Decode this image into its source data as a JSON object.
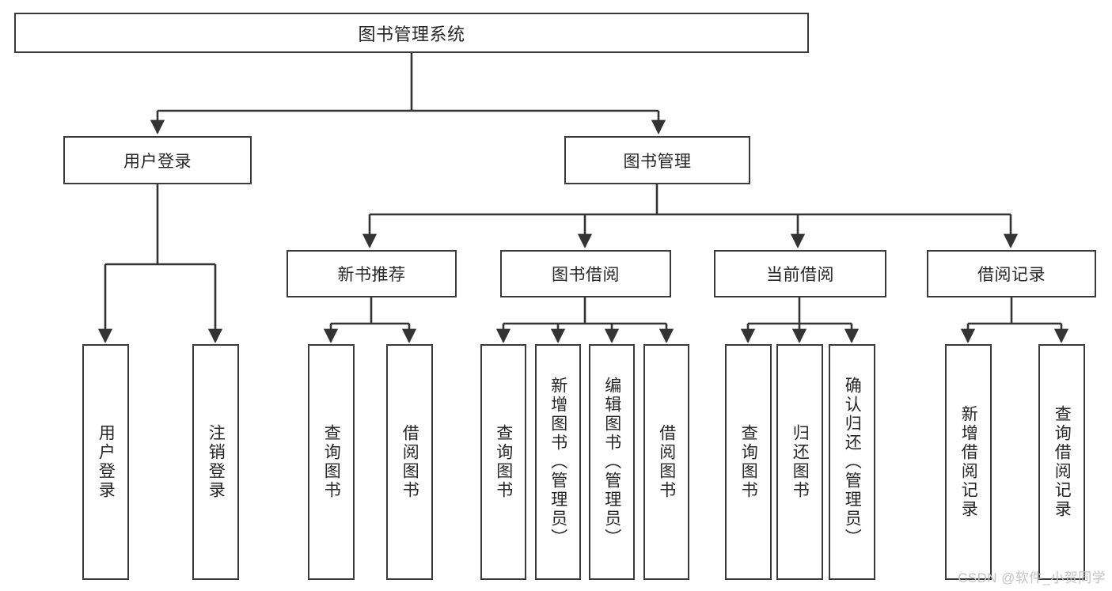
{
  "diagram": {
    "title": "图书管理系统",
    "type": "tree-hierarchy",
    "watermark": "CSDN @软件_小贺同学",
    "colors": {
      "box_border": "#3a3a3a",
      "box_fill": "#ffffff",
      "text": "#262626",
      "connector": "#333333",
      "watermark": "#c3c3c3",
      "background": "#ffffff"
    },
    "root": {
      "label": "图书管理系统"
    },
    "level2": [
      {
        "id": "user-login",
        "label": "用户登录"
      },
      {
        "id": "book-management",
        "label": "图书管理"
      }
    ],
    "level3": [
      {
        "id": "new-book-recommend",
        "label": "新书推荐"
      },
      {
        "id": "book-borrow",
        "label": "图书借阅"
      },
      {
        "id": "current-borrow",
        "label": "当前借阅"
      },
      {
        "id": "borrow-record",
        "label": "借阅记录"
      }
    ],
    "leaves": {
      "user_login": [
        {
          "id": "leaf-user-login",
          "label": "用户登录"
        },
        {
          "id": "leaf-logout",
          "label": "注销登录"
        }
      ],
      "new_book_recommend": [
        {
          "id": "leaf-query-book-1",
          "label": "查询图书"
        },
        {
          "id": "leaf-borrow-book-1",
          "label": "借阅图书"
        }
      ],
      "book_borrow": [
        {
          "id": "leaf-query-book-2",
          "label": "查询图书"
        },
        {
          "id": "leaf-add-book",
          "label": "新增图书（管理员）"
        },
        {
          "id": "leaf-edit-book",
          "label": "编辑图书（管理员）"
        },
        {
          "id": "leaf-borrow-book-2",
          "label": "借阅图书"
        }
      ],
      "current_borrow": [
        {
          "id": "leaf-query-book-3",
          "label": "查询图书"
        },
        {
          "id": "leaf-return-book",
          "label": "归还图书"
        },
        {
          "id": "leaf-confirm-return",
          "label": "确认归还（管理员）"
        }
      ],
      "borrow_record": [
        {
          "id": "leaf-add-record",
          "label": "新增借阅记录"
        },
        {
          "id": "leaf-query-record",
          "label": "查询借阅记录"
        }
      ]
    }
  }
}
